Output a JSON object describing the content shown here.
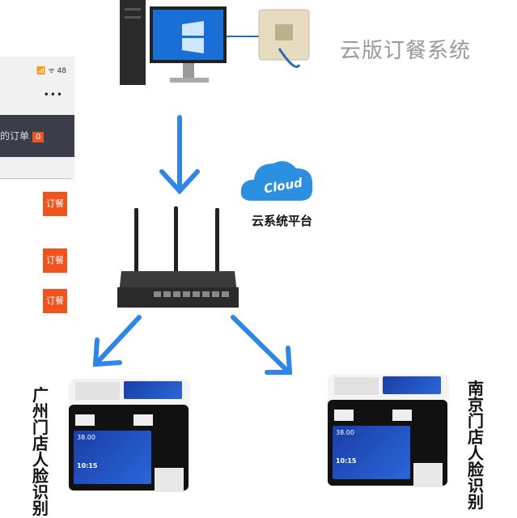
{
  "title": "云版订餐系统",
  "phone": {
    "status": "📶 ᯤ 48",
    "menu": "•••",
    "orders_label": "的订单",
    "orders_count": "0",
    "order_buttons": [
      "订餐",
      "订餐",
      "订餐"
    ]
  },
  "cloud": {
    "logo_text": "Cloud",
    "label": "云系统平台"
  },
  "devices": [
    {
      "label": "广州门店人脸识别",
      "time": "10:15",
      "amount": "38.00"
    },
    {
      "label": "南京门店人脸识别",
      "time": "10:15",
      "amount": "38.00"
    }
  ],
  "colors": {
    "accent": "#f0541e",
    "arrow": "#2f86e6",
    "cloud": "#2d8fe0"
  }
}
